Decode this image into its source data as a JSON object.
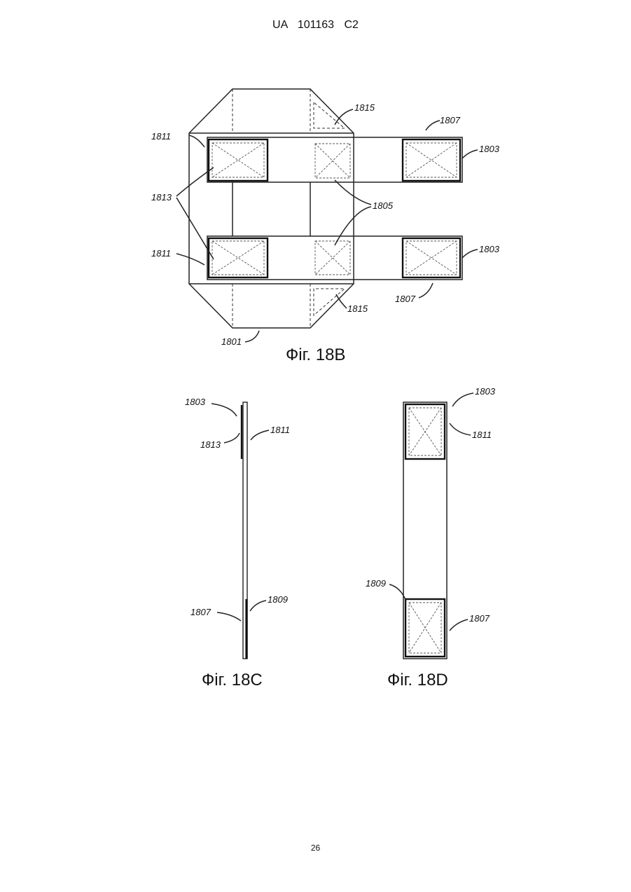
{
  "header": {
    "text": "UA   101163   C2"
  },
  "page_number": "26",
  "figures": {
    "fig18b": {
      "caption": "Фіг. 18B",
      "labels": {
        "l1815a": "1815",
        "l1807a": "1807",
        "l1811a": "1811",
        "l1803a": "1803",
        "l1813": "1813",
        "l1805": "1805",
        "l1811b": "1811",
        "l1803b": "1803",
        "l1815b": "1815",
        "l1807b": "1807",
        "l1801": "1801"
      }
    },
    "fig18c": {
      "caption": "Фіг. 18C",
      "labels": {
        "l1803": "1803",
        "l1811": "1811",
        "l1813": "1813",
        "l1809": "1809",
        "l1807": "1807"
      }
    },
    "fig18d": {
      "caption": "Фіг. 18D",
      "labels": {
        "l1803": "1803",
        "l1811": "1811",
        "l1809": "1809",
        "l1807": "1807"
      }
    }
  }
}
